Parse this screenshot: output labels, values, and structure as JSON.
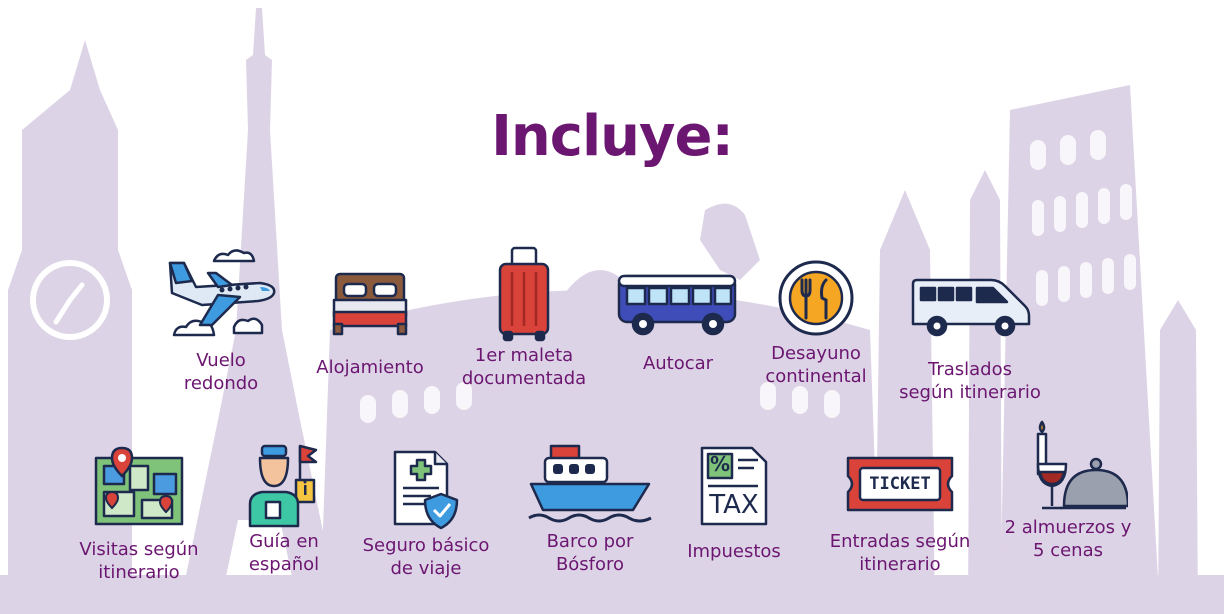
{
  "title": "Incluye:",
  "colors": {
    "title": "#6b1670",
    "label": "#6b1670",
    "skyline": "#ddd3e6"
  },
  "items": [
    {
      "line1": "Vuelo",
      "line2": "redondo",
      "icon": "airplane-icon"
    },
    {
      "line1": "Alojamiento",
      "line2": "",
      "icon": "bed-icon"
    },
    {
      "line1": "1er maleta",
      "line2": "documentada",
      "icon": "suitcase-icon"
    },
    {
      "line1": "Autocar",
      "line2": "",
      "icon": "bus-icon"
    },
    {
      "line1": "Desayuno",
      "line2": "continental",
      "icon": "breakfast-plate-icon"
    },
    {
      "line1": "Traslados",
      "line2": "según itinerario",
      "icon": "van-icon"
    },
    {
      "line1": "Visitas según",
      "line2": "itinerario",
      "icon": "map-icon"
    },
    {
      "line1": "Guía en",
      "line2": "español",
      "icon": "tour-guide-icon"
    },
    {
      "line1": "Seguro básico",
      "line2": "de viaje",
      "icon": "insurance-document-icon"
    },
    {
      "line1": "Barco por",
      "line2": "Bósforo",
      "icon": "ship-icon"
    },
    {
      "line1": "Impuestos",
      "line2": "",
      "icon": "tax-document-icon"
    },
    {
      "line1": "Entradas según",
      "line2": "itinerario",
      "icon": "ticket-icon"
    },
    {
      "line1": "2 almuerzos y",
      "line2": "5 cenas",
      "icon": "dinner-icon"
    }
  ],
  "ticket_text": "TICKET",
  "tax_text": "TAX",
  "tax_symbol": "%"
}
